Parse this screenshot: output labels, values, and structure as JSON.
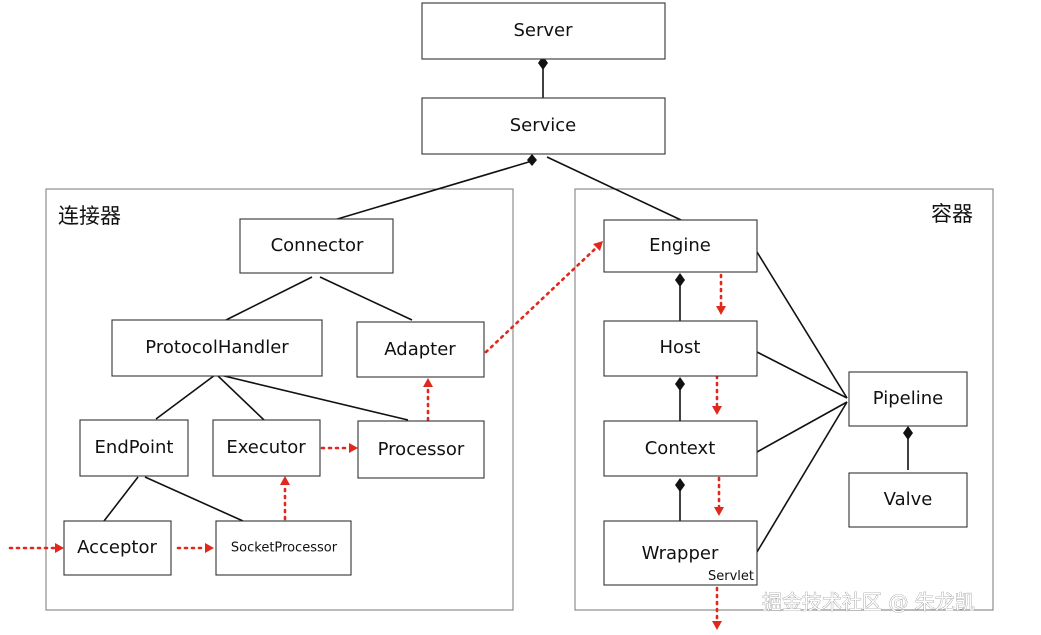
{
  "groups": {
    "connector_group": {
      "label": "连接器"
    },
    "container_group": {
      "label": "容器"
    }
  },
  "nodes": {
    "server": "Server",
    "service": "Service",
    "connector": "Connector",
    "protocol_handler": "ProtocolHandler",
    "adapter": "Adapter",
    "endpoint": "EndPoint",
    "executor": "Executor",
    "processor": "Processor",
    "acceptor": "Acceptor",
    "socket_processor": "SocketProcessor",
    "engine": "Engine",
    "host": "Host",
    "context": "Context",
    "wrapper": "Wrapper",
    "pipeline": "Pipeline",
    "valve": "Valve"
  },
  "annotations": {
    "wrapper_servlet": "Servlet"
  },
  "watermark": "掘金技术社区 @ 朱龙凯",
  "colors": {
    "request_flow": "#e0281c",
    "lines": "#111111",
    "box_border": "#333333"
  }
}
